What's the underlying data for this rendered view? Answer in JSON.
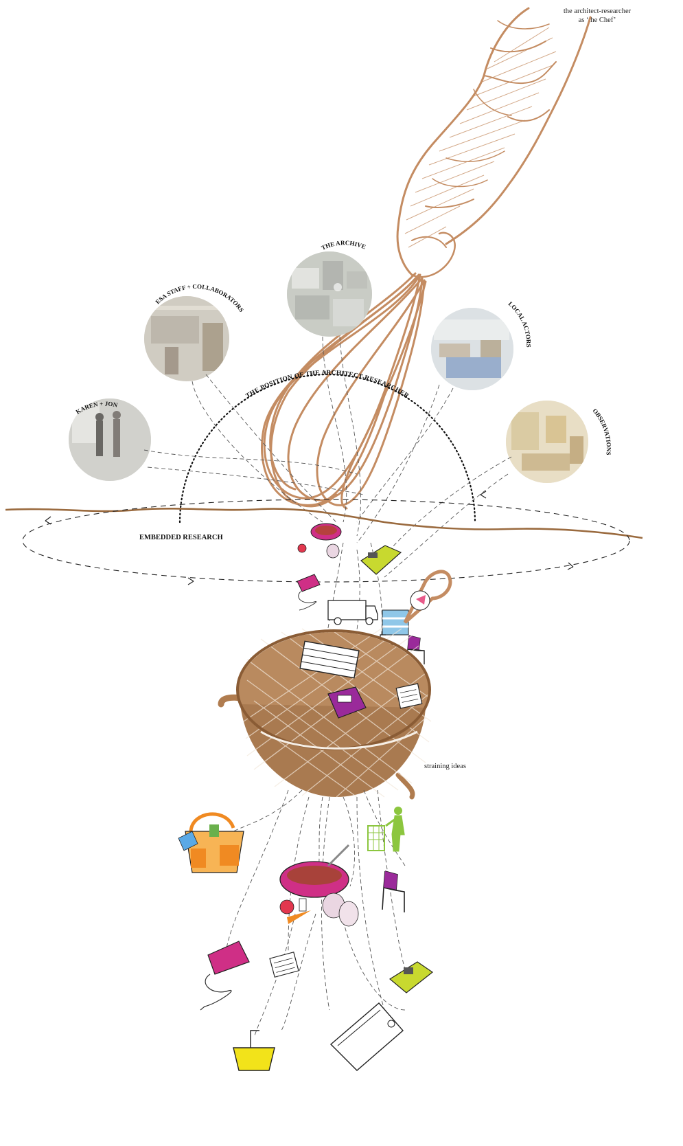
{
  "caption_chef": [
    "the architect-researcher",
    "as ‘the Chef’"
  ],
  "arc_title": "THE POSITION OF THE ARCHITECT-RESEARCHER",
  "embedded_research": "EMBEDDED RESEARCH",
  "straining_caption": "straining ideas",
  "sources": [
    {
      "label": "KAREN + JON",
      "tint": "#d9d9d4"
    },
    {
      "label": "ESA STAFF + COLLABORATORS",
      "tint": "#d8d5cd"
    },
    {
      "label": "THE ARCHIVE",
      "tint": "#d2d4cf"
    },
    {
      "label": "LOCAL ACTORS",
      "tint": "#d3dbe3"
    },
    {
      "label": "OBSERVATIONS",
      "tint": "#e6dcc4"
    }
  ],
  "colors": {
    "sketch_brown": "#c48c62",
    "horizon_brown": "#9a6a3e",
    "magenta": "#cf2f86",
    "lime": "#c8d92f",
    "purple": "#9a2a9a",
    "orange": "#f08a22",
    "green": "#8cc63f"
  }
}
